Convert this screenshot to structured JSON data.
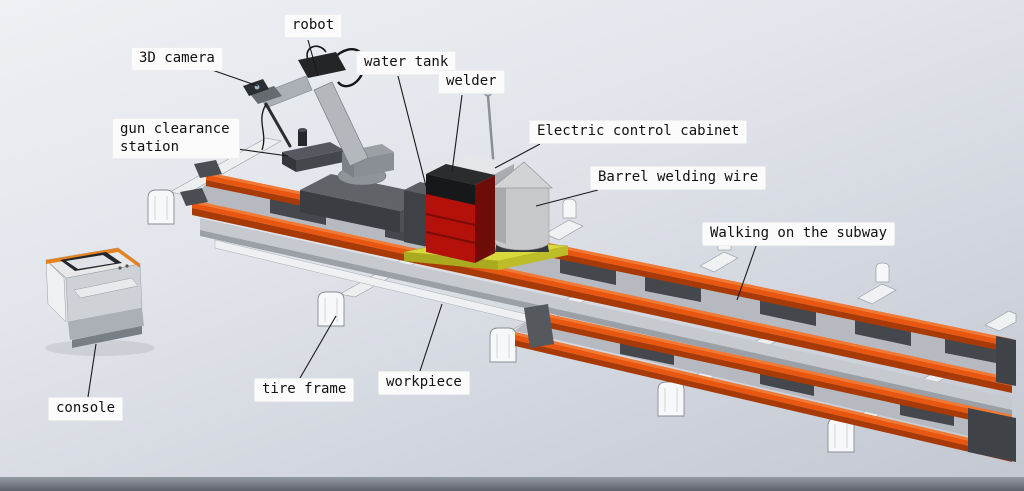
{
  "scene": {
    "kind": "annotated 3D CAD illustration",
    "subject": "rail-mounted robotic welding workstation"
  },
  "labels": {
    "robot": "robot",
    "camera_3d": "3D camera",
    "water_tank": "water tank",
    "welder": "welder",
    "control_cabinet": "Electric control cabinet",
    "barrel_wire": "Barrel welding wire",
    "subway": "Walking on the subway",
    "gun_station": "gun clearance station",
    "tire_frame": "tire frame",
    "workpiece": "workpiece",
    "console": "console"
  },
  "colors": {
    "rail_orange": "#e8560f",
    "rail_orange_dark": "#a83a08",
    "platform_yellow": "#d8d93c",
    "welder_red": "#b31109",
    "label_bg": "#fbfbfb",
    "background_top": "#eef0f4",
    "background_bottom": "#c3c7d1"
  }
}
